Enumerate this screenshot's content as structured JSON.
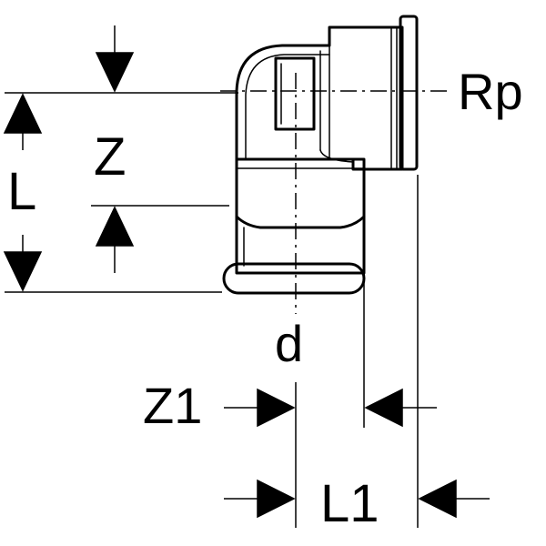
{
  "drawing": {
    "labels": {
      "rp": "Rp",
      "z": "Z",
      "l": "L",
      "d": "d",
      "z1": "Z1",
      "l1": "L1"
    }
  },
  "colors": {
    "line": "#000000",
    "background": "#ffffff"
  }
}
